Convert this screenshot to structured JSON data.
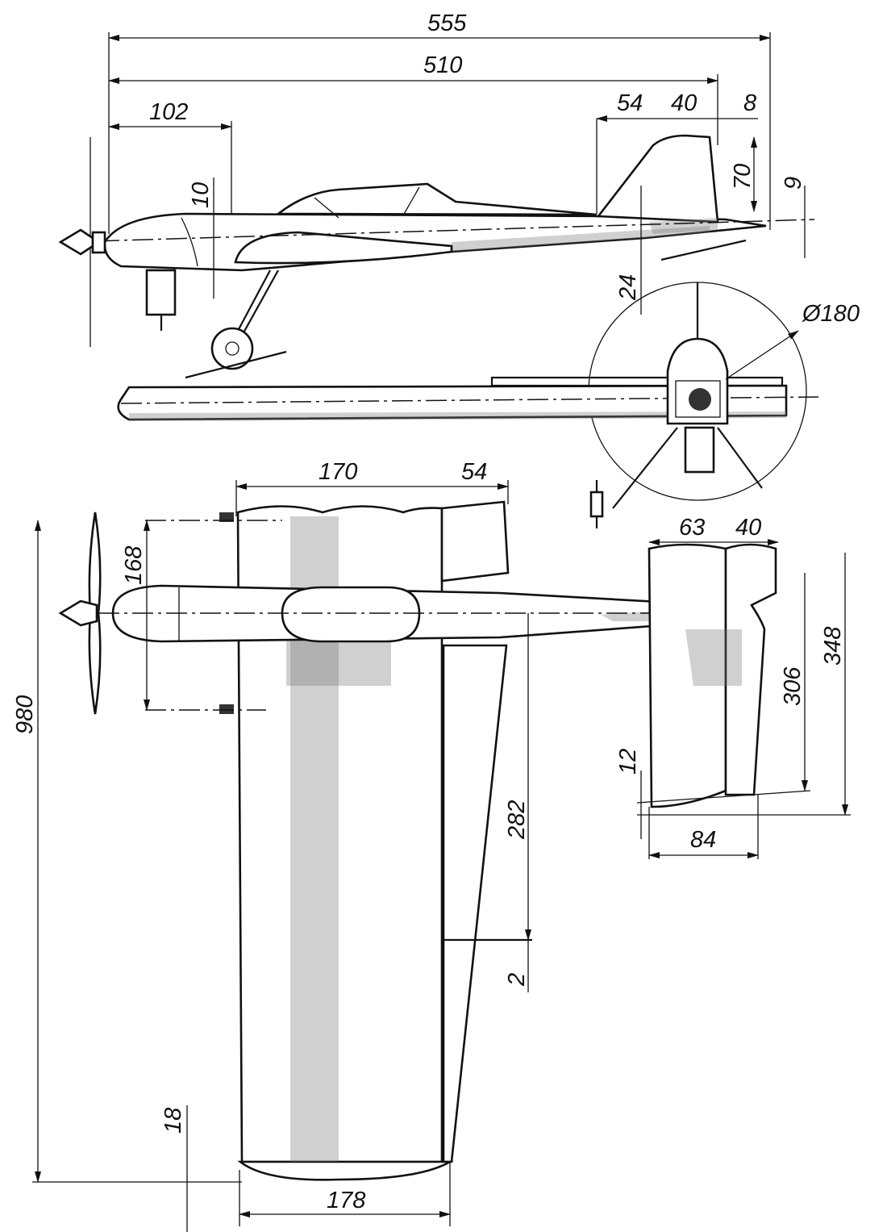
{
  "drawing": {
    "title": "Model aircraft three-view drawing",
    "side_view": {
      "overall_length": "555",
      "fuselage_length": "510",
      "nose_to_wing": "102",
      "fin_base": "54",
      "fin_top": "40",
      "rudder_offset": "8",
      "fin_height": "70",
      "stabilizer_offset": "9",
      "wing_thickness": "10",
      "tail_drop": "24"
    },
    "front_view": {
      "prop_diameter": "Ø180"
    },
    "top_view": {
      "wing_chord": "170",
      "aileron_chord": "54",
      "fuselage_width_span": "168",
      "stab_chord": "63",
      "elevator_chord": "40",
      "wingspan": "980",
      "stab_half_span": "306",
      "stab_span_total": "348",
      "stab_tip": "12",
      "aileron_length": "282",
      "aileron_gap": "2",
      "tip_chord": "84",
      "wing_tip": "18",
      "wing_root_chord": "178"
    }
  }
}
